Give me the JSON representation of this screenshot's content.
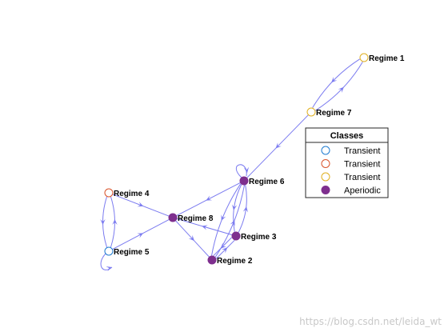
{
  "diagram": {
    "nodes": [
      {
        "id": "r1",
        "label": "Regime 1",
        "class": "transient_yellow"
      },
      {
        "id": "r2",
        "label": "Regime 2",
        "class": "aperiodic"
      },
      {
        "id": "r3",
        "label": "Regime 3",
        "class": "aperiodic"
      },
      {
        "id": "r4",
        "label": "Regime 4",
        "class": "transient_red"
      },
      {
        "id": "r5",
        "label": "Regime 5",
        "class": "transient_blue"
      },
      {
        "id": "r6",
        "label": "Regime 6",
        "class": "aperiodic"
      },
      {
        "id": "r7",
        "label": "Regime 7",
        "class": "transient_yellow"
      },
      {
        "id": "r8",
        "label": "Regime 8",
        "class": "aperiodic"
      }
    ],
    "edges": [
      {
        "from": "r1",
        "to": "r7"
      },
      {
        "from": "r7",
        "to": "r1"
      },
      {
        "from": "r7",
        "to": "r6"
      },
      {
        "from": "r6",
        "to": "r6"
      },
      {
        "from": "r6",
        "to": "r8"
      },
      {
        "from": "r6",
        "to": "r3"
      },
      {
        "from": "r6",
        "to": "r2"
      },
      {
        "from": "r3",
        "to": "r6"
      },
      {
        "from": "r3",
        "to": "r8"
      },
      {
        "from": "r3",
        "to": "r2"
      },
      {
        "from": "r2",
        "to": "r6"
      },
      {
        "from": "r2",
        "to": "r3"
      },
      {
        "from": "r8",
        "to": "r2"
      },
      {
        "from": "r4",
        "to": "r8"
      },
      {
        "from": "r4",
        "to": "r5"
      },
      {
        "from": "r5",
        "to": "r4"
      },
      {
        "from": "r5",
        "to": "r8"
      },
      {
        "from": "r5",
        "to": "r5"
      }
    ]
  },
  "legend": {
    "title": "Classes",
    "entries": [
      {
        "label": "Transient",
        "class": "transient_blue"
      },
      {
        "label": "Transient",
        "class": "transient_red"
      },
      {
        "label": "Transient",
        "class": "transient_yellow"
      },
      {
        "label": "Aperiodic",
        "class": "aperiodic"
      }
    ]
  },
  "colors": {
    "edge": "#7b7bf0",
    "transient_blue": "#1f7bd0",
    "transient_red": "#d9542b",
    "transient_yellow": "#e0b020",
    "aperiodic": "#7e2f8e"
  },
  "watermark": "https://blog.csdn.net/leida_wt"
}
